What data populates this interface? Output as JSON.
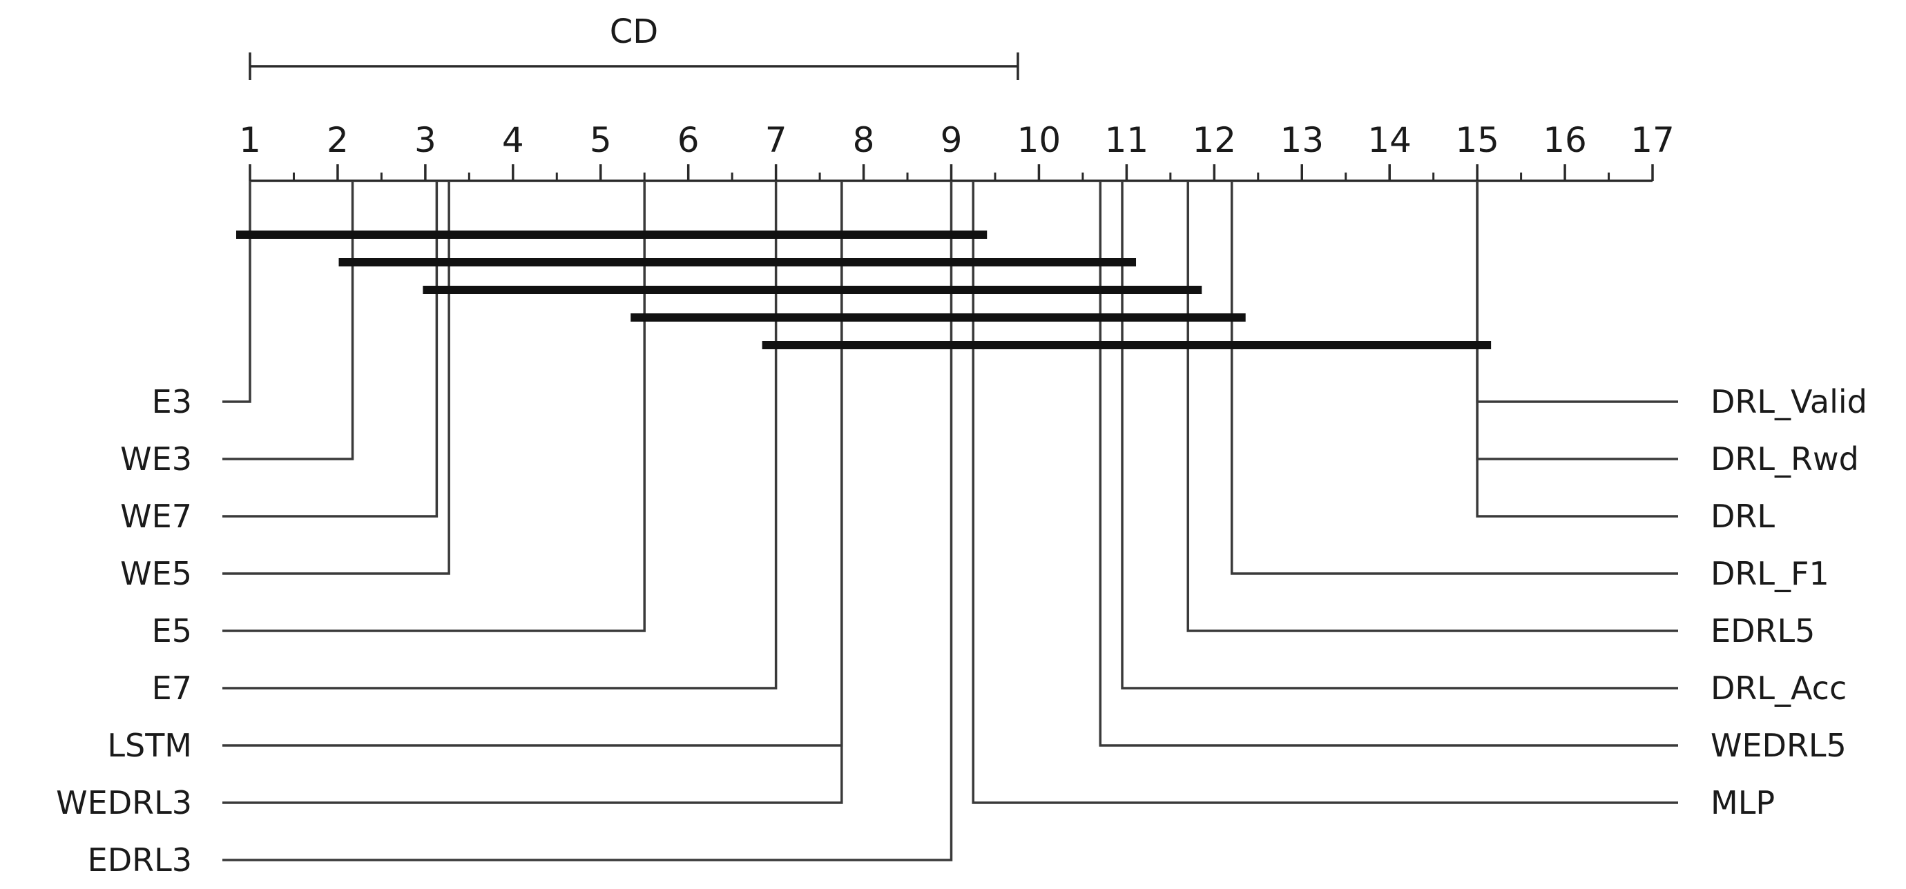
{
  "chart_data": {
    "type": "critical-difference-diagram",
    "cd_label": "CD",
    "cd_value": 8.76,
    "axis": {
      "min": 1,
      "max": 17,
      "ticks": [
        1,
        2,
        3,
        4,
        5,
        6,
        7,
        8,
        9,
        10,
        11,
        12,
        13,
        14,
        15,
        16,
        17
      ]
    },
    "left_methods": [
      {
        "name": "E3",
        "rank": 1.0
      },
      {
        "name": "WE3",
        "rank": 2.17
      },
      {
        "name": "WE7",
        "rank": 3.13
      },
      {
        "name": "WE5",
        "rank": 3.27
      },
      {
        "name": "E5",
        "rank": 5.5
      },
      {
        "name": "E7",
        "rank": 7.0
      },
      {
        "name": "LSTM",
        "rank": 7.75
      },
      {
        "name": "WEDRL3",
        "rank": 7.75
      },
      {
        "name": "EDRL3",
        "rank": 9.0
      }
    ],
    "right_methods": [
      {
        "name": "DRL_Valid",
        "rank": 15.0
      },
      {
        "name": "DRL_Rwd",
        "rank": 15.0
      },
      {
        "name": "DRL",
        "rank": 15.0
      },
      {
        "name": "DRL_F1",
        "rank": 12.2
      },
      {
        "name": "EDRL5",
        "rank": 11.7
      },
      {
        "name": "DRL_Acc",
        "rank": 10.95
      },
      {
        "name": "WEDRL5",
        "rank": 10.7
      },
      {
        "name": "MLP",
        "rank": 9.25
      }
    ],
    "cliques": [
      {
        "from": 1.0,
        "to": 9.25
      },
      {
        "from": 2.17,
        "to": 10.95
      },
      {
        "from": 3.13,
        "to": 11.7
      },
      {
        "from": 5.5,
        "to": 12.2
      },
      {
        "from": 7.0,
        "to": 15.0
      }
    ]
  }
}
